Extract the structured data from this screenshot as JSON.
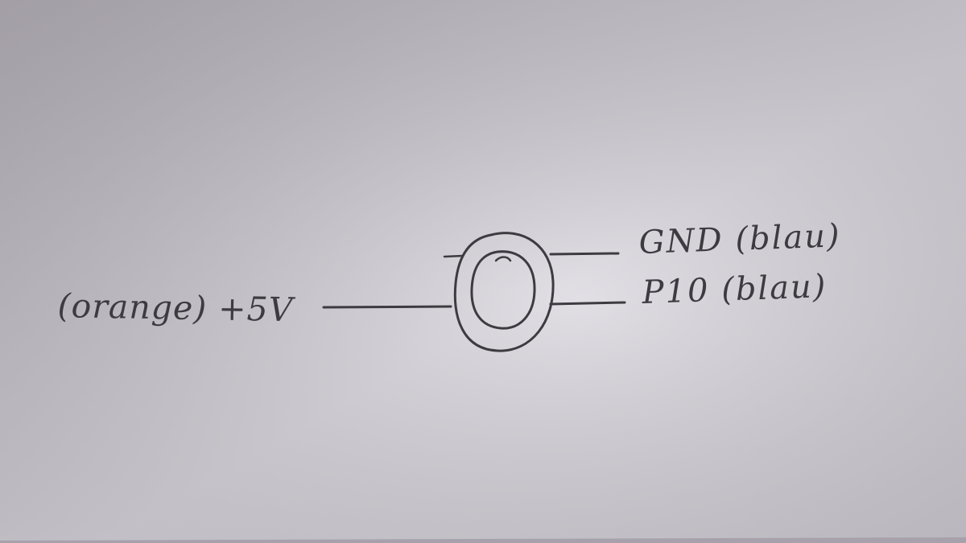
{
  "colors": {
    "paper_light": "#d8d4dc",
    "paper_dark": "#b5b0b9",
    "pencil": "#3e3b40"
  },
  "labels": {
    "left": "(orange) +5V",
    "gnd": "GND (blau)",
    "p10": "P10 (blau)"
  }
}
